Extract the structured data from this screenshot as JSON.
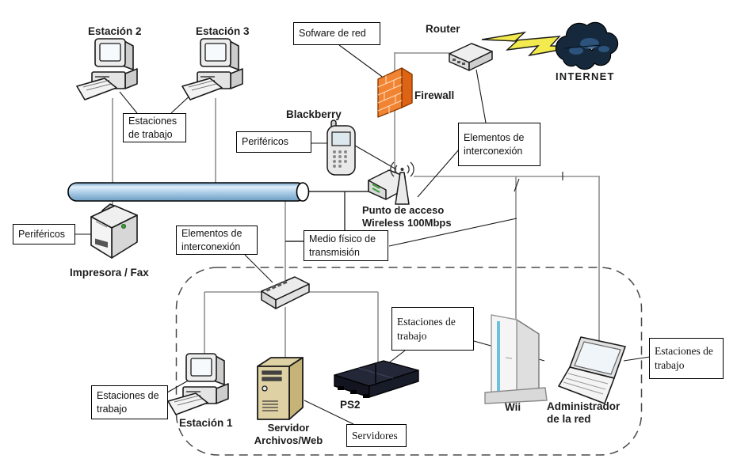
{
  "labels": {
    "software_red": "Sofware de red",
    "workstations_top": "Estaciones\nde trabajo",
    "peripherals_blackberry": "Periféricos",
    "interconnect_top": "Elementos de\ninterconexión",
    "peripherals_printer": "Periféricos",
    "interconnect_switch": "Elementos de\ninterconexión",
    "transmission_medium": "Medio físico de\ntransmisión",
    "workstations_consoles": "Estaciones de\ntrabajo",
    "workstations_left": "Estaciones de\ntrabajo",
    "workstations_right": "Estaciones de\ntrabajo",
    "servers": "Servidores"
  },
  "captions": {
    "estacion2": "Estación 2",
    "estacion3": "Estación 3",
    "router": "Router",
    "internet": "INTERNET",
    "firewall": "Firewall",
    "blackberry": "Blackberry",
    "access_point": "Punto de acceso\nWireless 100Mbps",
    "impresora": "Impresora / Fax",
    "estacion1": "Estación 1",
    "servidor": "Servidor\nArchivos/Web",
    "ps2": "PS2",
    "wii": "Wii",
    "admin": "Administrador\nde la red"
  },
  "colors": {
    "pipe-light": "#e2f0fa",
    "pipe-mid": "#a9cce6",
    "pipe-dark": "#6d9dc2",
    "firewall-front": "#f08432",
    "firewall-side": "#dd6414",
    "cloud-dark": "#16293c",
    "cloud-mid": "#2f5b88",
    "lightning": "#f2ea4e",
    "server-front": "#ded2a4",
    "server-side": "#c6b378",
    "ps2-top": "#232738",
    "ps2-front": "#12141f",
    "wii-stripe": "#6fc0dc",
    "net-line": "#8f8f8f",
    "leader": "#1a1a1a"
  }
}
